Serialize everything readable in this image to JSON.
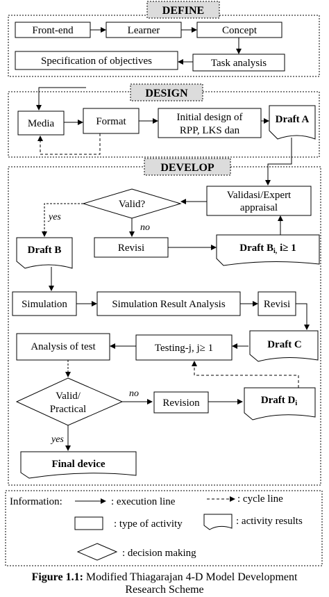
{
  "sections": {
    "define": "DEFINE",
    "design": "DESIGN",
    "develop": "DEVELOP"
  },
  "define": {
    "front_end": "Front-end",
    "learner": "Learner",
    "concept": "Concept",
    "task_analysis": "Task analysis",
    "specification": "Specification  of objectives"
  },
  "design": {
    "media": "Media",
    "format": "Format",
    "initial_line1": "Initial design of",
    "initial_line2": "RPP, LKS dan",
    "draft_a": "Draft A"
  },
  "develop": {
    "valid": "Valid?",
    "validasi_line1": "Validasi/Expert",
    "validasi_line2": "appraisal",
    "yes1": "yes",
    "no1": "no",
    "draft_b": "Draft B",
    "revisi1": "Revisi",
    "draft_bi": "Draft B",
    "draft_bi_sub": "i,",
    "draft_bi_suffix": " i≥ 1",
    "simulation": "Simulation",
    "sim_result": "Simulation  Result  Analysis",
    "revisi2": "Revisi",
    "draft_c": "Draft C",
    "analysis_test": "Analysis of test",
    "testing": "Testing-j,  j≥ 1",
    "valid_practical_line1": "Valid/",
    "valid_practical_line2": "Practical",
    "no2": "no",
    "yes2": "yes",
    "revision": "Revision",
    "draft_di": "Draft D",
    "draft_di_sub": "i",
    "final_device": "Final device"
  },
  "legend": {
    "information": "Information:",
    "execution": ": execution  line",
    "cycle": ": cycle line",
    "activity": ": type of activity",
    "results": ": activity results",
    "decision": ": decision making"
  },
  "caption": {
    "label": "Figure 1.1:",
    "text": " Modified Thiagarajan 4-D Model Development",
    "line2": "Research Scheme"
  }
}
